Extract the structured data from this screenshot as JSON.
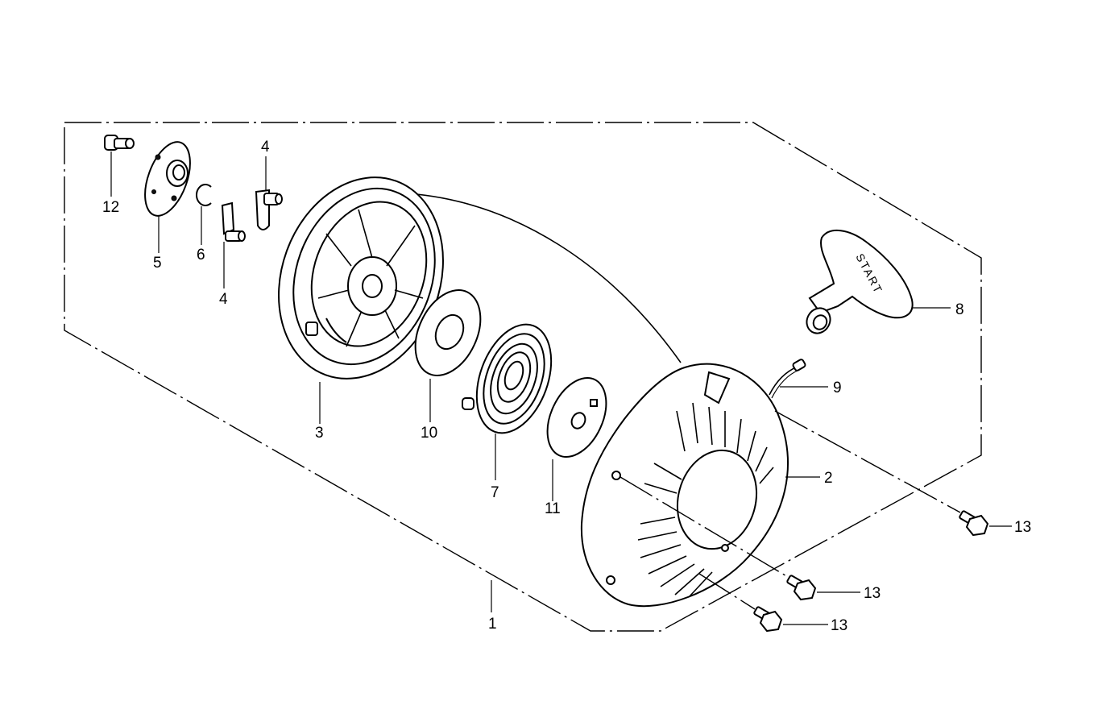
{
  "diagram": {
    "handle_text": "START",
    "labels": {
      "l1": "1",
      "l2": "2",
      "l3": "3",
      "l4a": "4",
      "l4b": "4",
      "l5": "5",
      "l6": "6",
      "l7": "7",
      "l8": "8",
      "l9": "9",
      "l10": "10",
      "l11": "11",
      "l12": "12",
      "l13a": "13",
      "l13b": "13",
      "l13c": "13"
    }
  }
}
